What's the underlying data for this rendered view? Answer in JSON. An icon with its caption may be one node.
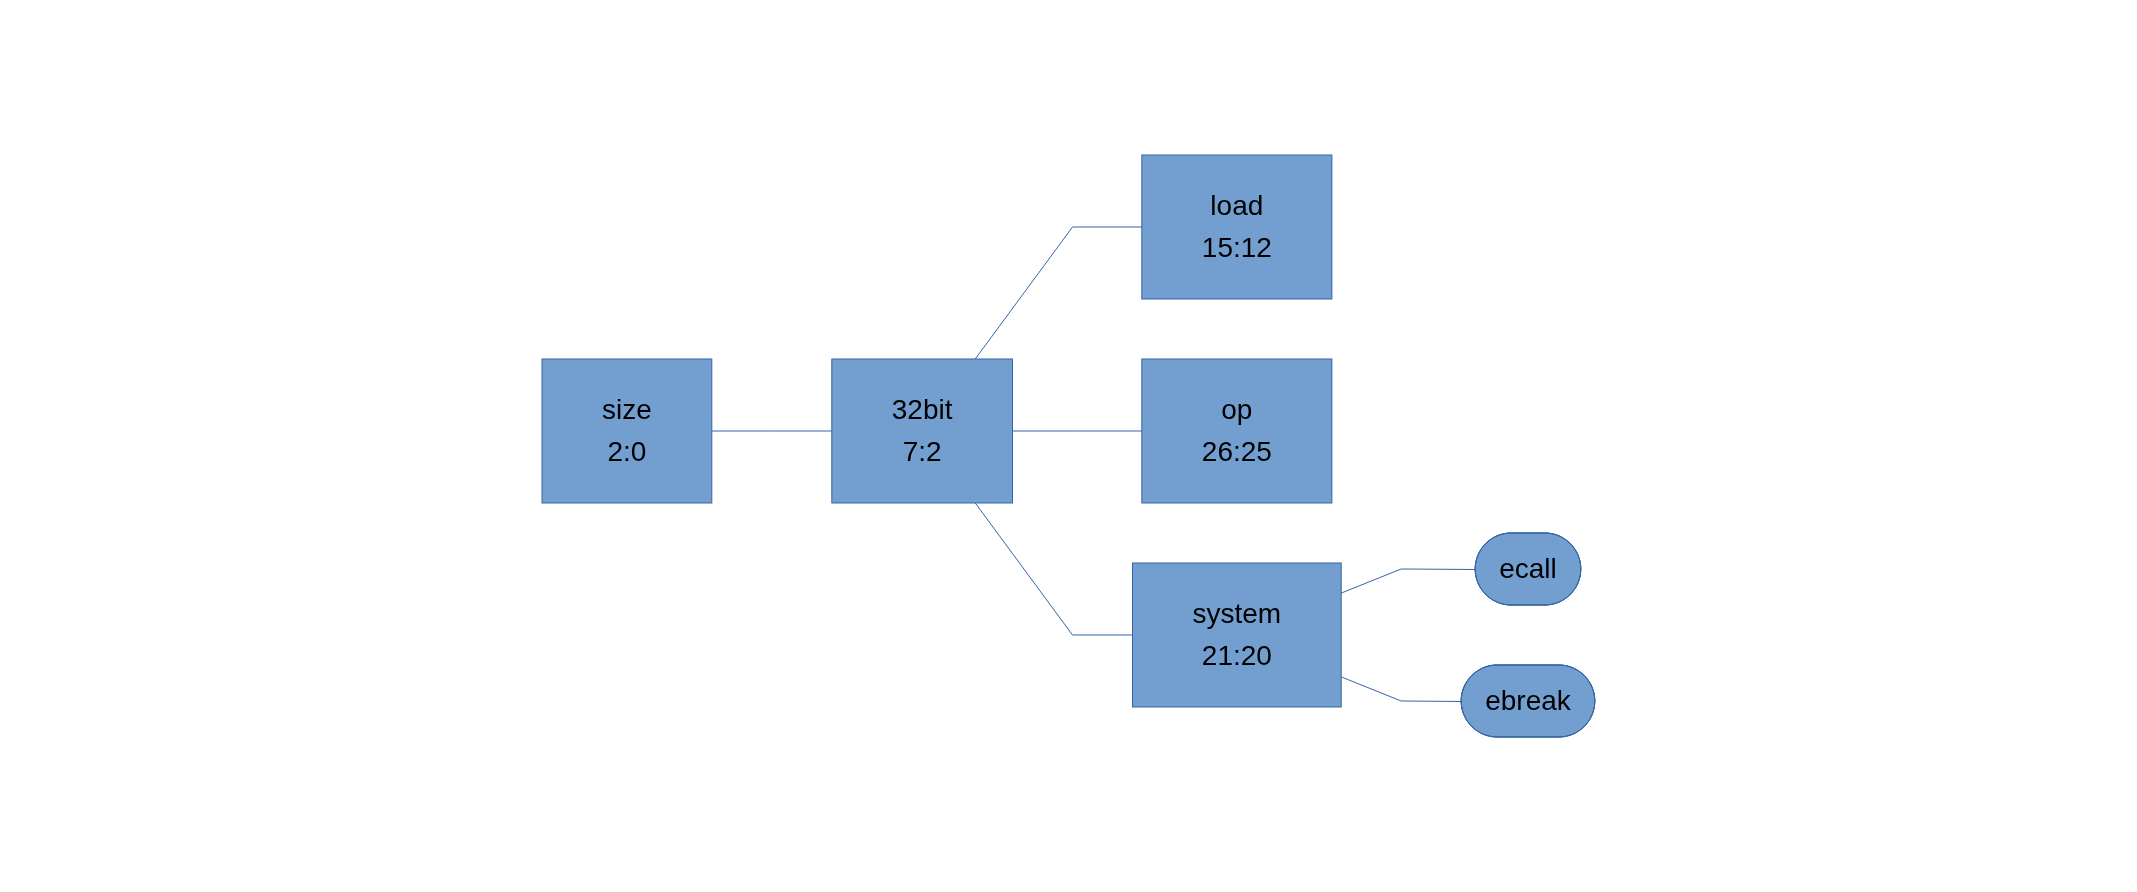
{
  "diagram": {
    "nodes": [
      {
        "text": [
          "size",
          "2:0"
        ]
      },
      {
        "text": [
          "32bit",
          "7:2"
        ]
      },
      {
        "text": [
          "load",
          "15:12"
        ]
      },
      {
        "text": [
          "op",
          "26:25"
        ]
      },
      {
        "text": [
          "system",
          "21:20"
        ]
      },
      {
        "text": [
          "ecall"
        ]
      },
      {
        "text": [
          "ebreak"
        ]
      }
    ],
    "edges": [
      {
        "from": 0,
        "to": 1,
        "arrow": "none"
      },
      {
        "from": 1,
        "to": 2,
        "arrow": "none"
      },
      {
        "from": 1,
        "to": 3,
        "arrow": "none"
      },
      {
        "from": 1,
        "to": 4,
        "arrow": "none"
      },
      {
        "from": 4,
        "to": 5,
        "arrow": "none"
      },
      {
        "from": 4,
        "to": 6,
        "arrow": "none"
      }
    ]
  }
}
